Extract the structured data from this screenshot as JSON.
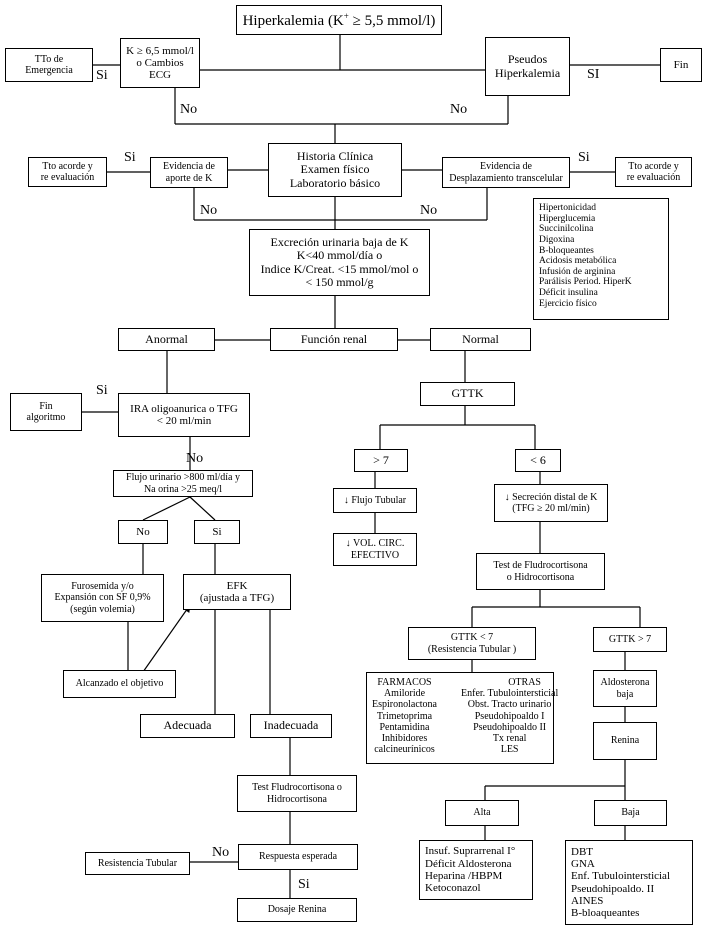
{
  "title": [
    "Hiperkalemia (K",
    "+",
    " ≥ 5,5 mmol/l)"
  ],
  "tto_emergencia": [
    "TTo  de",
    "Emergencia"
  ],
  "criterio_k": [
    "K ≥ 6,5 mmol/l",
    "o Cambios",
    "ECG"
  ],
  "pseudo": [
    "Pseudos",
    "Hiperkalemia"
  ],
  "fin": "Fin",
  "historia": [
    "Historia Clínica",
    "Examen físico",
    "Laboratorio básico"
  ],
  "aporte": [
    "Evidencia de",
    "aporte de K"
  ],
  "desplazamiento": [
    "Evidencia de",
    "Desplazamiento transcelular"
  ],
  "tto_acorde": [
    "Tto acorde y",
    "re evaluación"
  ],
  "causas_desplazamiento": [
    "Hipertonicidad",
    "Hiperglucemia",
    "Succinilcolina",
    "Digoxina",
    "B-bloqueantes",
    "Acidosis metabólica",
    "Infusión de arginina",
    "Parálisis Period. HiperK",
    "Déficit insulina",
    "Ejercicio físico"
  ],
  "excrecion": [
    "Excreción urinaria baja de K",
    "K<40 mmol/día o",
    "Indice K/Creat. <15 mmol/mol o",
    "< 150 mmol/g"
  ],
  "funcion_renal": "Función renal",
  "anormal": "Anormal",
  "normal": "Normal",
  "fin_algoritmo": [
    "Fin",
    "algoritmo"
  ],
  "ira": [
    "IRA oligoanurica o TFG",
    "< 20 ml/min"
  ],
  "flujo_urinario": [
    "Flujo urinario >800 ml/día y",
    "Na orina >25 meq/l"
  ],
  "no_label": "No",
  "si_label": "Si",
  "SI_label": "SI",
  "furosemida": [
    "Furosemida y/o",
    "Expansión con SF 0,9%",
    "(según volemia)"
  ],
  "efk": [
    "EFK",
    "(ajustada a TFG)"
  ],
  "alcanzado": "Alcanzado el  objetivo",
  "adecuada": "Adecuada",
  "inadecuada": "Inadecuada",
  "test_fludro_left": [
    "Test Fludrocortisona o",
    "Hidrocortisona"
  ],
  "respuesta": "Respuesta esperada",
  "resistencia_tubular": "Resistencia Tubular",
  "dosaje": "Dosaje Renina",
  "gttk": "GTTK",
  "gt7": "> 7",
  "lt6": "< 6",
  "flujo_tubular": "↓ Flujo Tubular",
  "vol_circ": [
    "↓ VOL. CIRC.",
    "EFECTIVO"
  ],
  "secrecion": [
    "↓  Secreción distal de K",
    "(TFG ≥ 20 ml/min)"
  ],
  "test_fludro_right": [
    "Test de Fludrocortisona",
    "o Hidrocortisona"
  ],
  "gttk_lt7": [
    "GTTK < 7",
    "(Resistencia Tubular )"
  ],
  "gttk_gt7": "GTTK > 7",
  "farmacos_header": "FARMACOS",
  "farmacos": [
    "Amiloride",
    "Espironolactona",
    "Trimetoprima",
    "Pentamidina",
    "Inhibidores",
    "calcineurínicos"
  ],
  "otras_header": "OTRAS",
  "otras": [
    "Enfer. Tubulointersticial",
    "Obst. Tracto urinario",
    "Pseudohipoaldo I",
    "Pseudohipoaldo II",
    "Tx renal",
    "LES"
  ],
  "aldosterona_baja": [
    "Aldosterona",
    "baja"
  ],
  "renina": "Renina",
  "alta": "Alta",
  "baja": "Baja",
  "causas_alta": [
    "Insuf. Suprarrenal I°",
    "Déficit Aldosterona",
    "Heparina /HBPM",
    "Ketoconazol"
  ],
  "causas_baja": [
    "DBT",
    "GNA",
    "Enf. Tubulointersticial",
    "Pseudohipoaldo. II",
    "AINES",
    "B-bloaqueantes"
  ]
}
